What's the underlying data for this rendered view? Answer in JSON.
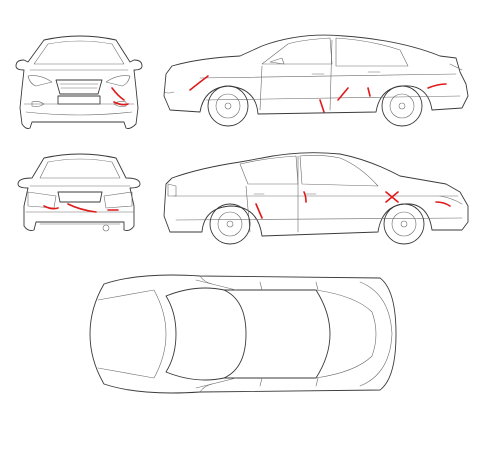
{
  "views": [
    "front",
    "driver-side",
    "rear",
    "passenger-side",
    "top"
  ],
  "colors": {
    "outline": "#3a3a3a",
    "damage": "#e0191b",
    "background": "#ffffff"
  }
}
